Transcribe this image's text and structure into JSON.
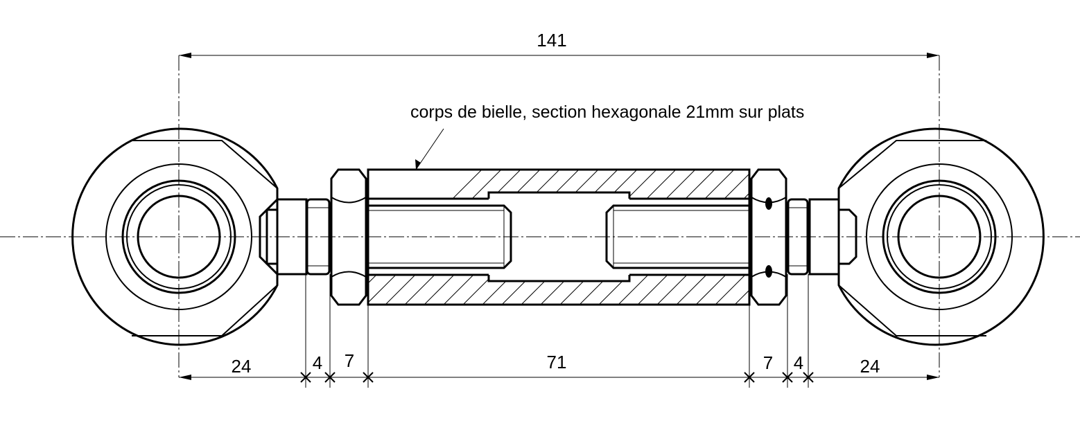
{
  "drawing": {
    "note": "corps de bielle, section hexagonale 21mm sur plats",
    "dimensions": {
      "overall": "141",
      "left_eye": "24",
      "left_washer": "4",
      "left_nut": "7",
      "body": "71",
      "right_nut": "7",
      "right_washer": "4",
      "right_eye": "24"
    }
  }
}
